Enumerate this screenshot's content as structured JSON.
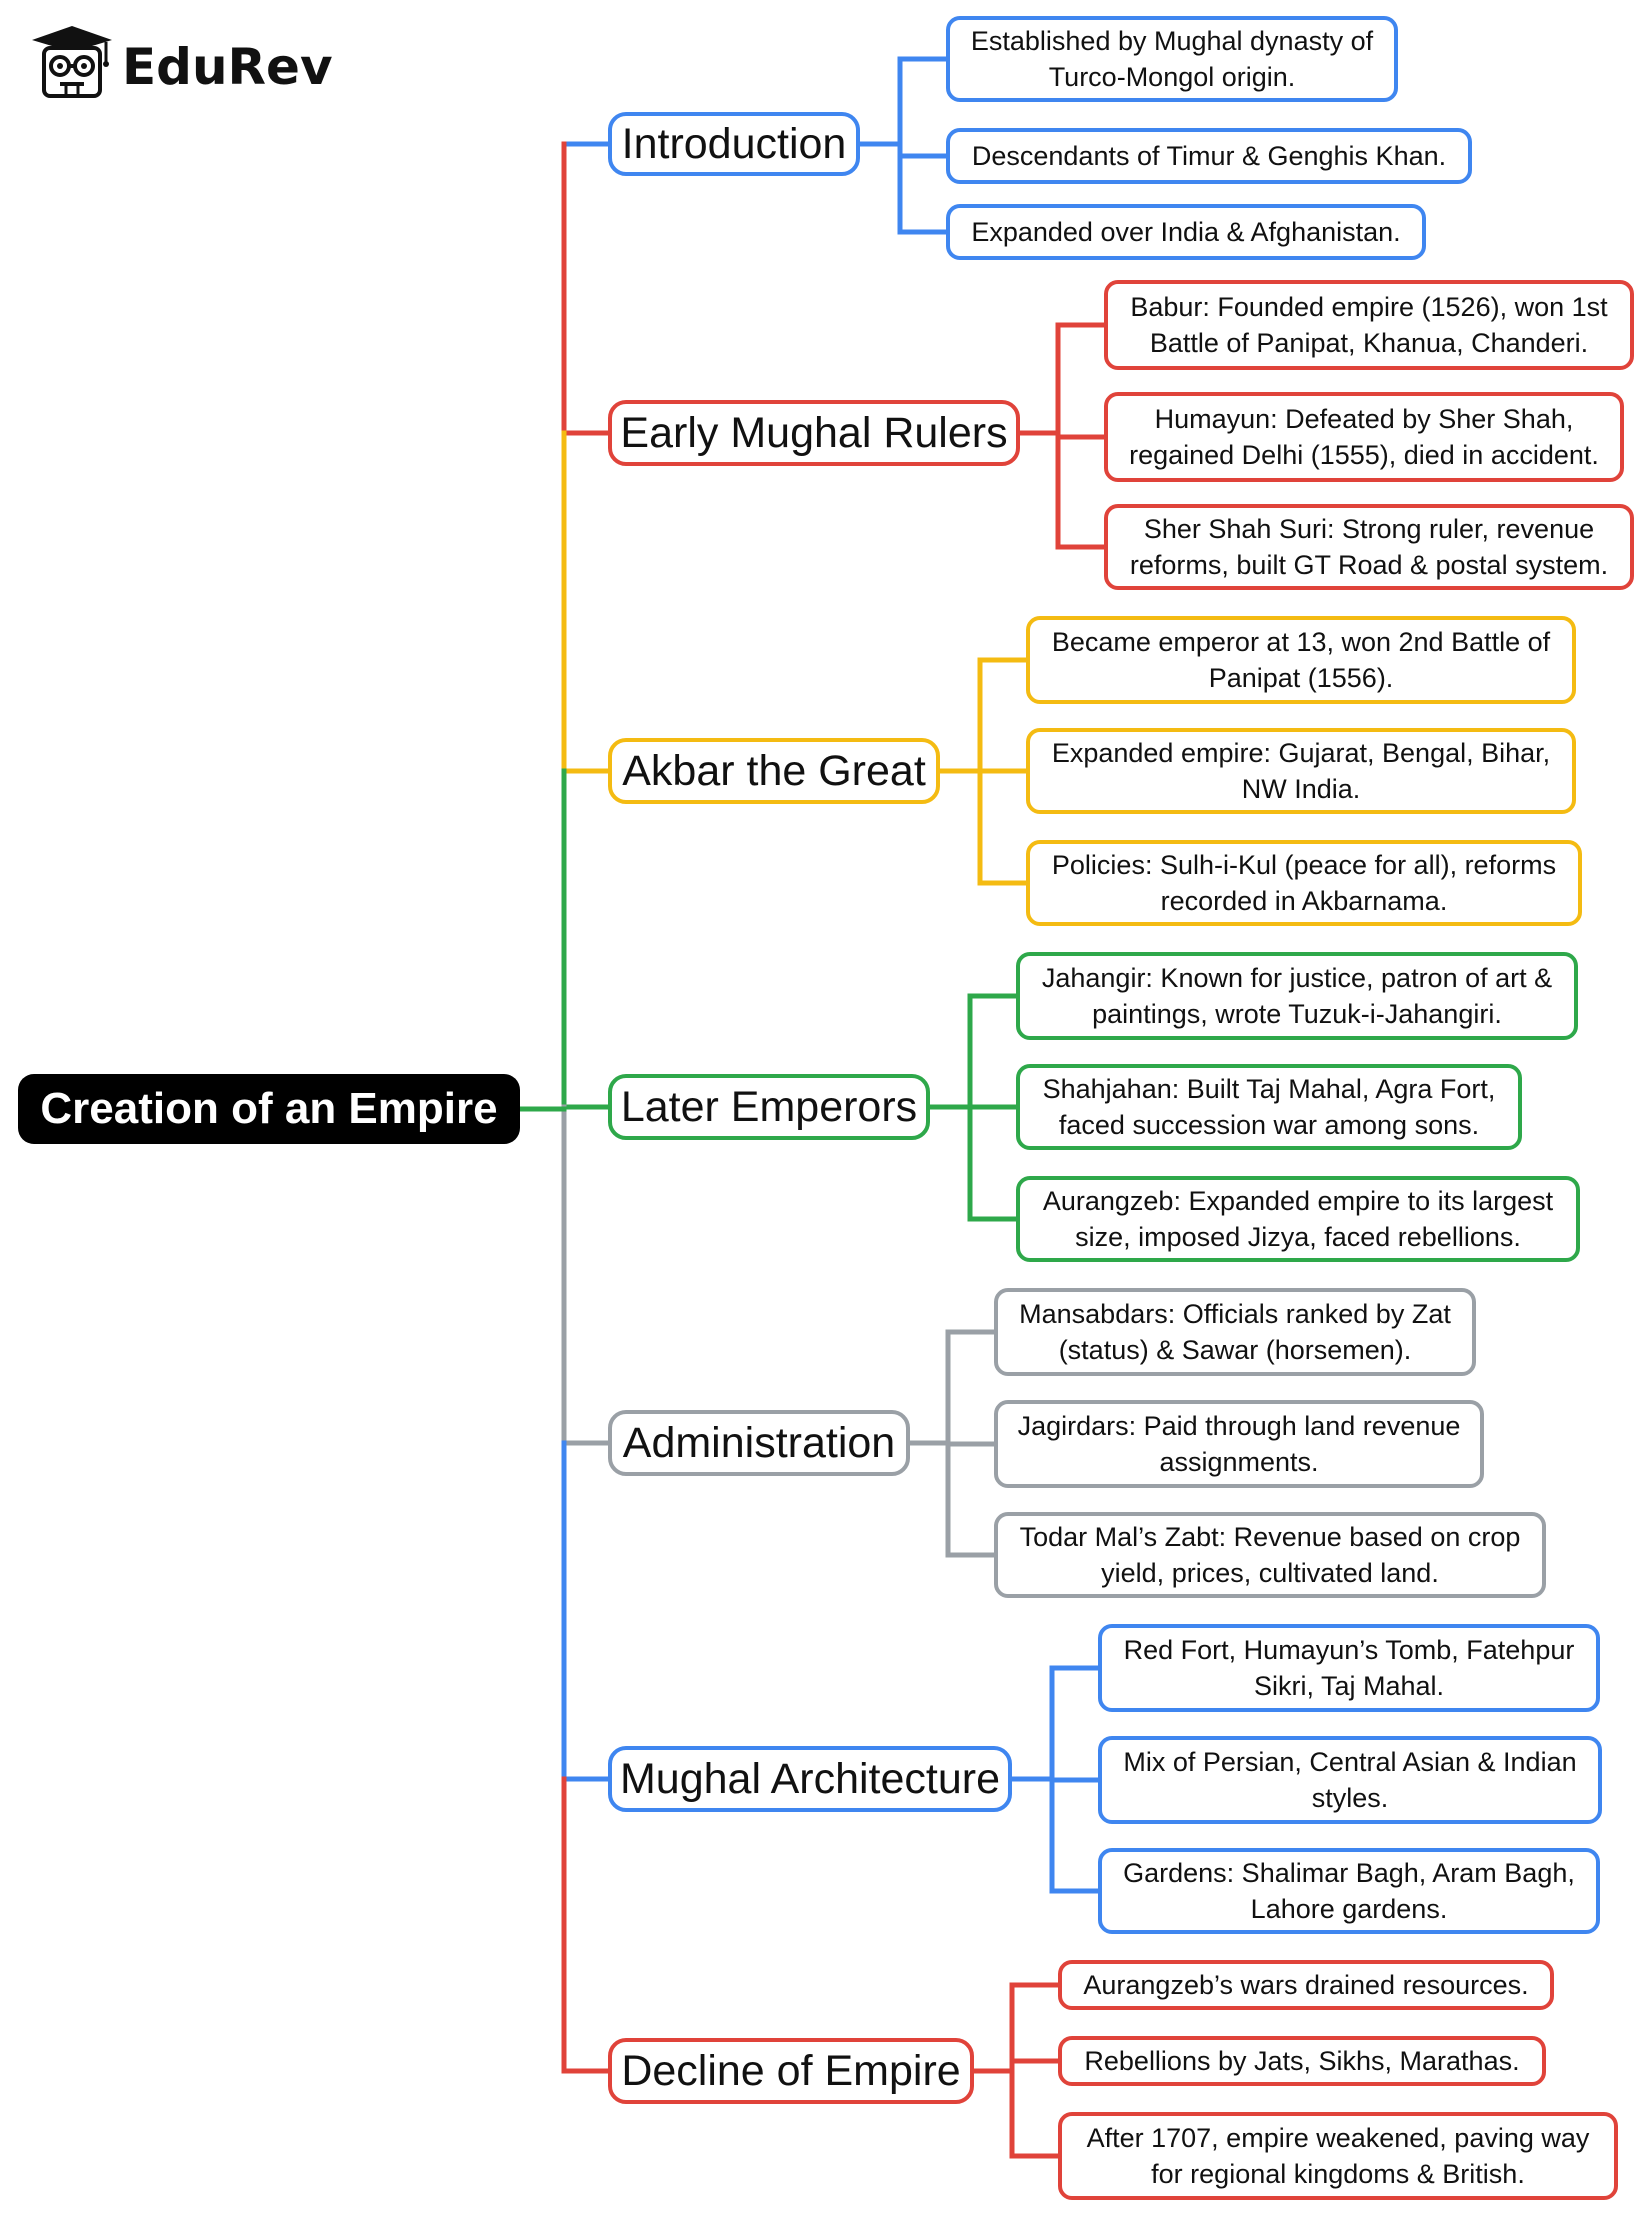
{
  "brand": {
    "name": "EduRev"
  },
  "colors": {
    "blue": "#3f86f0",
    "red": "#e0433a",
    "yellow": "#f4bb12",
    "green": "#2ea84a",
    "gray": "#9aa0a6",
    "root": "#000000"
  },
  "root": {
    "label": "Creation of an Empire"
  },
  "topics": [
    {
      "label": "Introduction",
      "color": "blue",
      "items": [
        "Established by Mughal dynasty of Turco-Mongol origin.",
        "Descendants of Timur & Genghis Khan.",
        "Expanded over India & Afghanistan."
      ]
    },
    {
      "label": "Early Mughal Rulers",
      "color": "red",
      "items": [
        "Babur: Founded empire (1526), won 1st Battle of Panipat, Khanua, Chanderi.",
        "Humayun: Defeated by Sher Shah, regained Delhi (1555), died in accident.",
        "Sher Shah Suri: Strong ruler, revenue reforms, built GT Road & postal system."
      ]
    },
    {
      "label": "Akbar the Great",
      "color": "yellow",
      "items": [
        "Became emperor at 13, won 2nd Battle of Panipat (1556).",
        "Expanded empire: Gujarat, Bengal, Bihar, NW India.",
        "Policies: Sulh-i-Kul (peace for all), reforms recorded in Akbarnama."
      ]
    },
    {
      "label": "Later Emperors",
      "color": "green",
      "items": [
        "Jahangir: Known for justice, patron of art & paintings, wrote Tuzuk-i-Jahangiri.",
        "Shahjahan: Built Taj Mahal, Agra Fort, faced succession war among sons.",
        "Aurangzeb: Expanded empire to its largest size, imposed Jizya, faced rebellions."
      ]
    },
    {
      "label": "Administration",
      "color": "gray",
      "items": [
        "Mansabdars: Officials ranked by Zat (status) & Sawar (horsemen).",
        "Jagirdars: Paid through land revenue assignments.",
        "Todar Mal’s Zabt: Revenue based on crop yield, prices, cultivated land."
      ]
    },
    {
      "label": "Mughal Architecture",
      "color": "blue",
      "items": [
        "Red Fort, Humayun’s Tomb, Fatehpur Sikri, Taj Mahal.",
        "Mix of Persian, Central Asian & Indian styles.",
        "Gardens: Shalimar Bagh, Aram Bagh, Lahore gardens."
      ]
    },
    {
      "label": "Decline of Empire",
      "color": "red",
      "items": [
        "Aurangzeb’s wars drained resources.",
        "Rebellions by Jats, Sikhs, Marathas.",
        "After 1707, empire weakened, paving way for regional kingdoms & British."
      ]
    }
  ]
}
